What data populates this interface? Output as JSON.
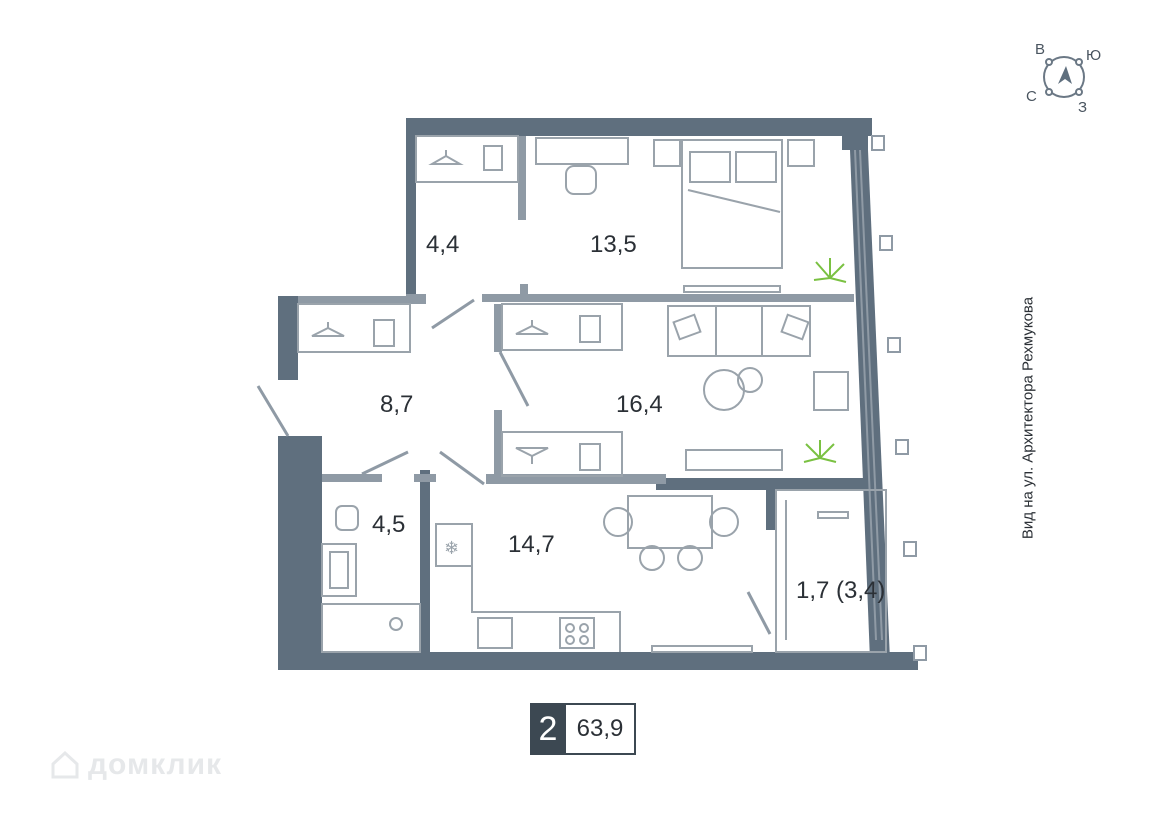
{
  "compass": {
    "north": "С",
    "east": "В",
    "south": "Ю",
    "west": "З"
  },
  "rooms": {
    "wardrobe": "4,4",
    "bedroom": "13,5",
    "hall": "8,7",
    "living": "16,4",
    "bathroom": "4,5",
    "kitchen": "14,7",
    "balcony": "1,7 (3,4)"
  },
  "view_label": "Вид на ул. Архитектора Рехмукова",
  "summary": {
    "rooms": "2",
    "area": "63,9"
  },
  "watermark": "домклик",
  "colors": {
    "wall": "#5f6f7e",
    "line": "#9aa3ab",
    "plant": "#7ac142",
    "text": "#2b3036"
  }
}
